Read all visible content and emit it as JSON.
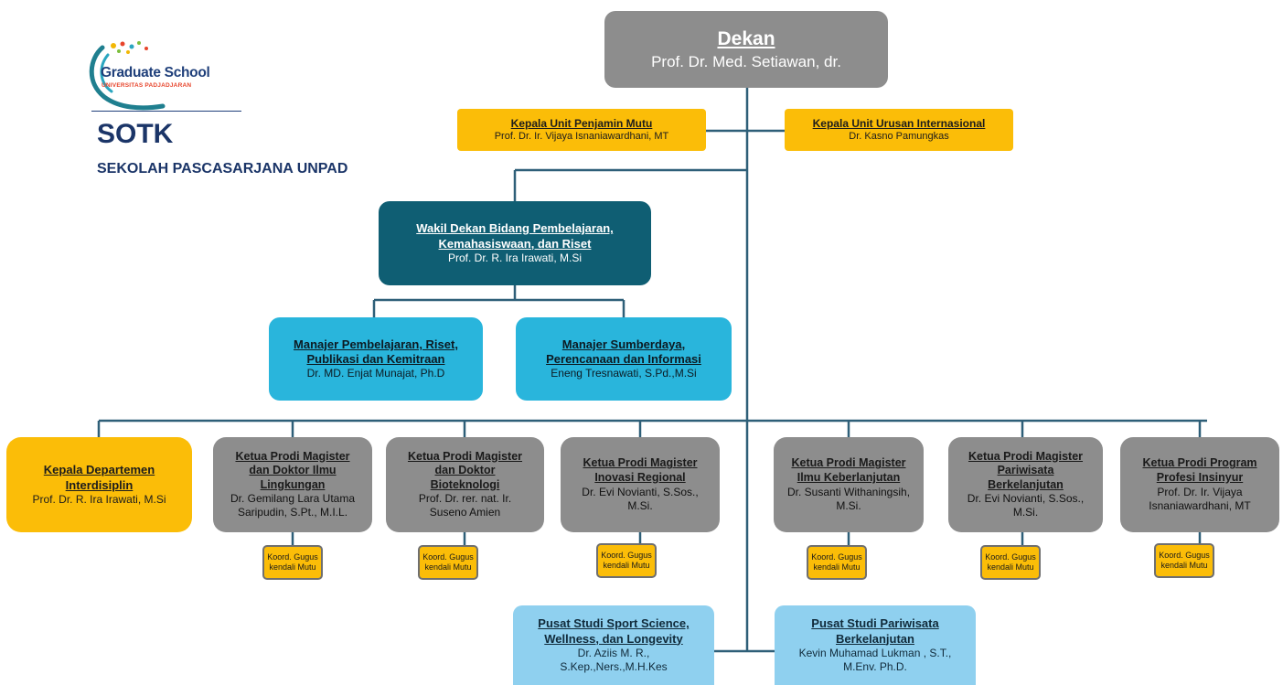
{
  "header": {
    "logo_text": "Graduate School",
    "logo_subtext": "UNIVERSITAS PADJADJARAN",
    "title": "SOTK",
    "subtitle": "SEKOLAH PASCASARJANA UNPAD"
  },
  "dekan": {
    "title": "Dekan",
    "name": "Prof. Dr. Med. Setiawan, dr."
  },
  "units": [
    {
      "title": "Kepala Unit Penjamin Mutu",
      "name": "Prof. Dr. Ir. Vijaya Isnaniawardhani, MT"
    },
    {
      "title": "Kepala Unit Urusan Internasional",
      "name": "Dr. Kasno Pamungkas"
    }
  ],
  "wakil": {
    "title_line1": "Wakil Dekan Bidang Pembelajaran,",
    "title_line2": "Kemahasiswaan, dan Riset",
    "name": "Prof. Dr. R. Ira Irawati, M.Si"
  },
  "managers": [
    {
      "title_line1": "Manajer Pembelajaran, Riset,",
      "title_line2": "Publikasi dan Kemitraan",
      "name": "Dr. MD. Enjat Munajat, Ph.D"
    },
    {
      "title_line1": "Manajer Sumberdaya,",
      "title_line2": "Perencanaan dan Informasi",
      "name": "Eneng Tresnawati, S.Pd.,M.Si"
    }
  ],
  "departemen": {
    "title_line1": "Kepala Departemen",
    "title_line2": "Interdisiplin",
    "name": "Prof. Dr. R. Ira Irawati, M.Si"
  },
  "prodi": [
    {
      "title_line1": "Ketua Prodi Magister",
      "title_line2": "dan Doktor Ilmu",
      "title_line3": "Lingkungan",
      "name_line1": "Dr. Gemilang Lara Utama",
      "name_line2": "Saripudin, S.Pt., M.I.L."
    },
    {
      "title_line1": "Ketua Prodi Magister",
      "title_line2": "dan Doktor",
      "title_line3": "Bioteknologi",
      "name_line1": "Prof. Dr. rer. nat. Ir.",
      "name_line2": "Suseno Amien"
    },
    {
      "title_line1": "Ketua Prodi Magister",
      "title_line2": "Inovasi Regional",
      "title_line3": "",
      "name_line1": "Dr. Evi Novianti, S.Sos.,",
      "name_line2": "M.Si."
    },
    {
      "title_line1": "Ketua Prodi Magister",
      "title_line2": "Ilmu Keberlanjutan",
      "title_line3": "",
      "name_line1": "Dr. Susanti Withaningsih,",
      "name_line2": "M.Si."
    },
    {
      "title_line1": "Ketua Prodi Magister",
      "title_line2": "Pariwisata",
      "title_line3": "Berkelanjutan",
      "name_line1": "Dr. Evi Novianti, S.Sos.,",
      "name_line2": "M.Si."
    },
    {
      "title_line1": "Ketua Prodi Program",
      "title_line2": "Profesi Insinyur",
      "title_line3": "",
      "name_line1": "Prof. Dr. Ir. Vijaya",
      "name_line2": "Isnaniawardhani, MT"
    }
  ],
  "koord": {
    "line1": "Koord. Gugus",
    "line2": "kendali Mutu"
  },
  "pusat": [
    {
      "title_line1": "Pusat Studi Sport Science,",
      "title_line2": "Wellness, dan Longevity",
      "name_line1": "Dr. Aziis M. R.,",
      "name_line2": "S.Kep.,Ners.,M.H.Kes"
    },
    {
      "title_line1": "Pusat Studi Pariwisata",
      "title_line2": "Berkelanjutan",
      "name_line1": "Kevin Muhamad Lukman , S.T.,",
      "name_line2": "M.Env. Ph.D."
    }
  ],
  "colors": {
    "dekan": "#8d8d8d",
    "unit": "#fbbd08",
    "wakil": "#0f5e73",
    "manager": "#29b5dc",
    "prodi": "#8d8d8d",
    "pusat": "#8fd0ef",
    "connector": "#2e5f78",
    "title_text": "#1b3568"
  }
}
